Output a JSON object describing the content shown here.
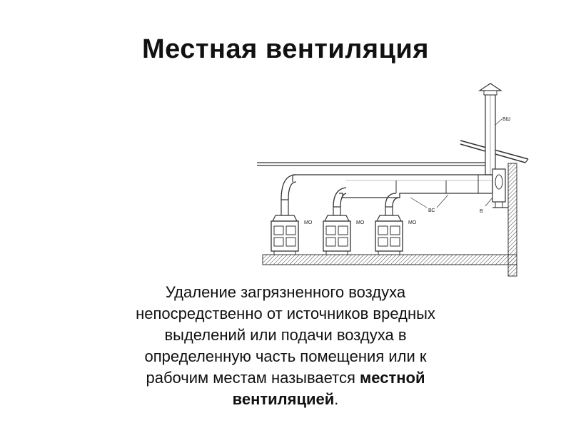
{
  "slide": {
    "title": "Местная вентиляция",
    "paragraph_lines": [
      "Удаление загрязненного воздуха",
      "непосредственно от источников вредных",
      "выделений или подачи воздуха в",
      "определенную часть помещения или к",
      "рабочим местам называется"
    ],
    "paragraph_emphasis": "местной",
    "paragraph_emphasis_2": "вентиляцией",
    "paragraph_end": "."
  },
  "diagram": {
    "labels": {
      "shaft": "ВШ",
      "duct": "ВС",
      "fan": "В",
      "unit_1": "МО",
      "unit_2": "МО",
      "unit_3": "МО"
    }
  }
}
